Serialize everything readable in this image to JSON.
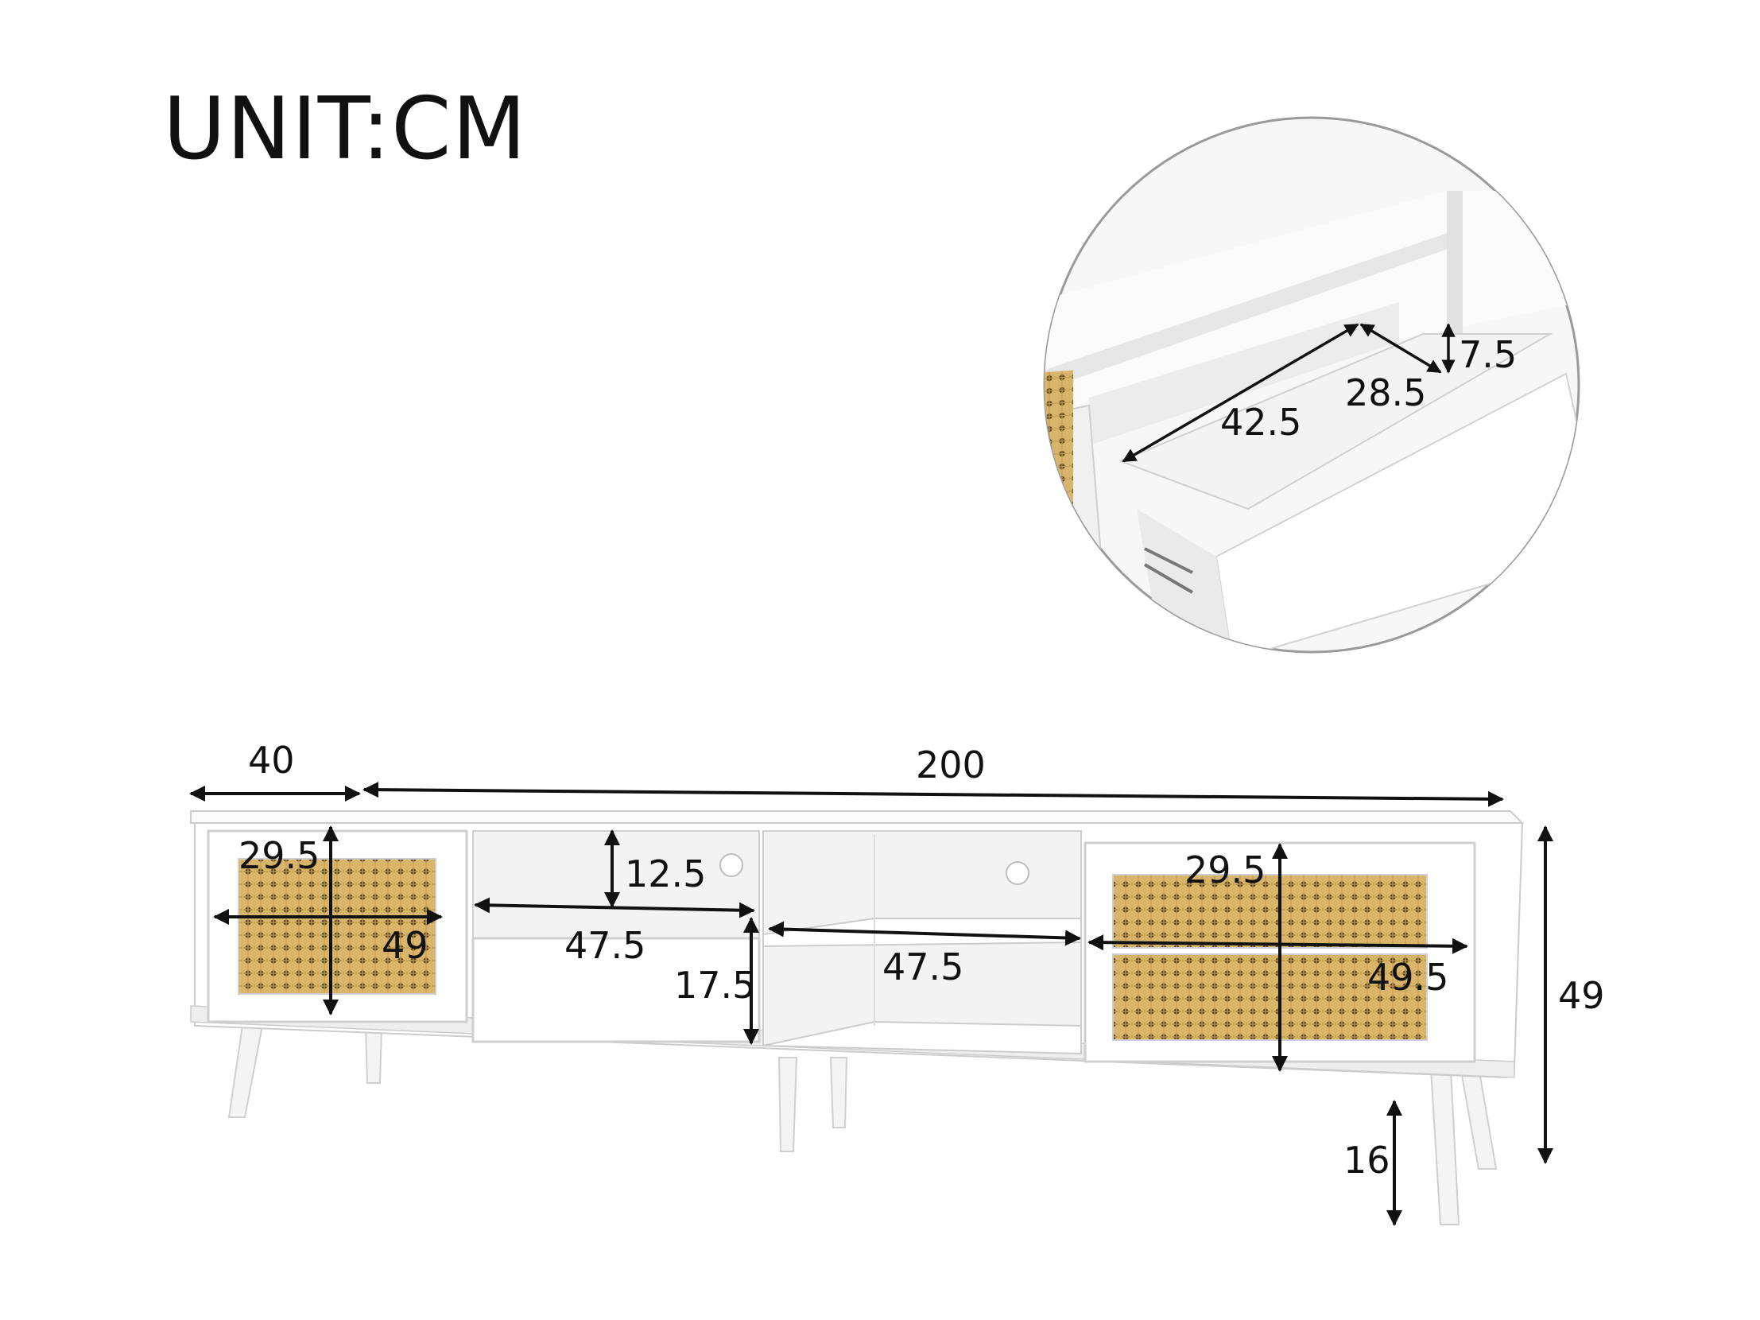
{
  "header": {
    "unit_label": "UNIT:CM"
  },
  "detail_view": {
    "drawer_depth": "42.5",
    "drawer_width": "28.5",
    "drawer_height": "7.5"
  },
  "overall": {
    "depth": "40",
    "width": "200",
    "height": "49",
    "leg_height": "16"
  },
  "left_cabinet": {
    "door_width": "29.5",
    "door_height": "49"
  },
  "center_left": {
    "opening_height": "12.5",
    "drawer_width": "47.5",
    "drawer_height": "17.5"
  },
  "center_right": {
    "shelf_width": "47.5"
  },
  "right_cabinet": {
    "door_width": "29.5",
    "door_height": "49.5"
  },
  "colors": {
    "rattan": "#d8b36a",
    "rattan_dark": "#a9823f",
    "cabinet_white": "#ffffff",
    "outline": "#c9c9c9",
    "arrow": "#111111"
  }
}
